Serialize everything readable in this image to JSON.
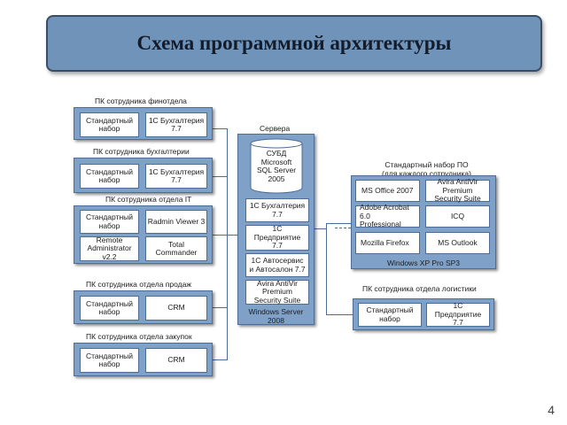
{
  "title": "Схема программной архитектуры",
  "page_number": "4",
  "groups": {
    "fin": {
      "label": "ПК сотрудника финотдела",
      "a": "Стандартный\nнабор",
      "b": "1С Бухгалтерия\n7.7"
    },
    "buh": {
      "label": "ПК сотрудника бухгалтерии",
      "a": "Стандартный\nнабор",
      "b": "1С Бухгалтерия\n7.7"
    },
    "it": {
      "label": "ПК сотрудника отдела IT",
      "a": "Стандартный\nнабор",
      "b": "Radmin Viewer 3",
      "c": "Remote\nAdministrator\nv2.2",
      "d": "Total\nCommander"
    },
    "sales": {
      "label": "ПК сотрудника отдела продаж",
      "a": "Стандартный\nнабор",
      "b": "CRM"
    },
    "purchase": {
      "label": "ПК сотрудника отдела закупок",
      "a": "Стандартный\nнабор",
      "b": "CRM"
    }
  },
  "server": {
    "label": "Сервера",
    "db": "СУБД\nMicrosoft\nSQL Server\n2005",
    "items": [
      "1С Бухгалтерия\n7.7",
      "1С\nПредприятие\n7.7",
      "1С Автосервис\nи Автосалон 7.7",
      "Avira AntiVir\nPremium\nSecurity Suite"
    ],
    "footer": "Windows Server\n2008"
  },
  "standard_set": {
    "label": "Стандартный набор ПО\n(для каждого сотрудника)",
    "items": [
      "MS Office 2007",
      "Avira AntiVir\nPremium\nSecurity Suite",
      "Adobe Acrobat 6.0\nProfessional",
      "ICQ",
      "Mozilla Firefox",
      "MS Outlook"
    ],
    "footer": "Windows XP Pro SP3"
  },
  "logistics": {
    "label": "ПК сотрудника отдела логистики",
    "a": "Стандартный\nнабор",
    "b": "1С\nПредприятие\n7.7"
  }
}
